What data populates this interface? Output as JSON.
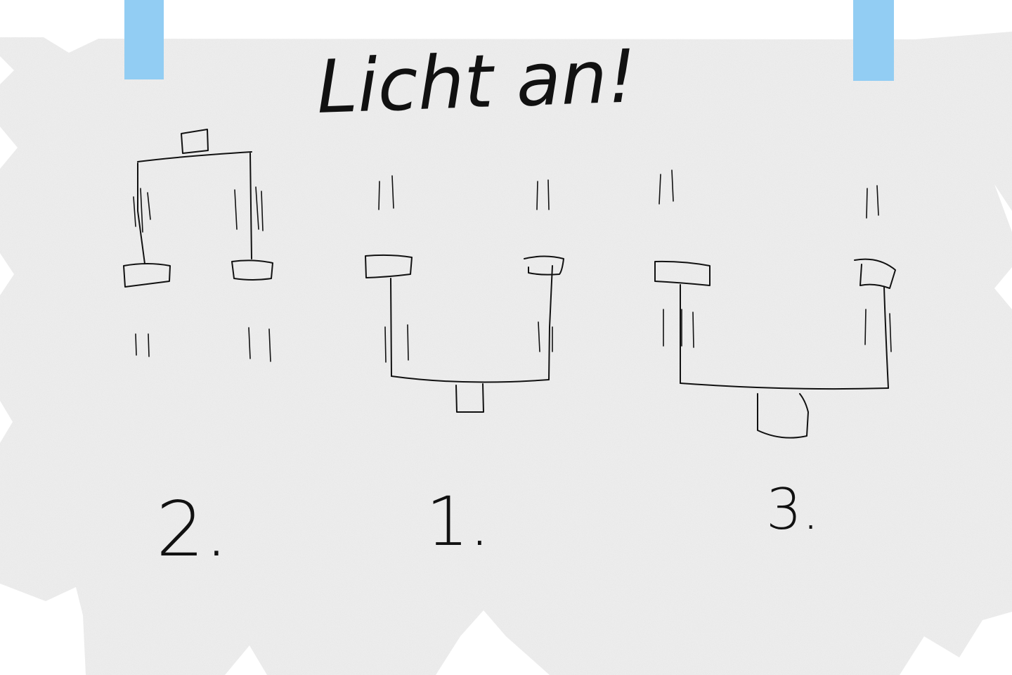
{
  "title": "Licht an!",
  "labels": {
    "left": "2.",
    "middle": "1.",
    "right": "3."
  },
  "colors": {
    "paper": "#efefef",
    "tape": "#92cdf3",
    "ink": "#111111",
    "background": "#ffffff"
  }
}
